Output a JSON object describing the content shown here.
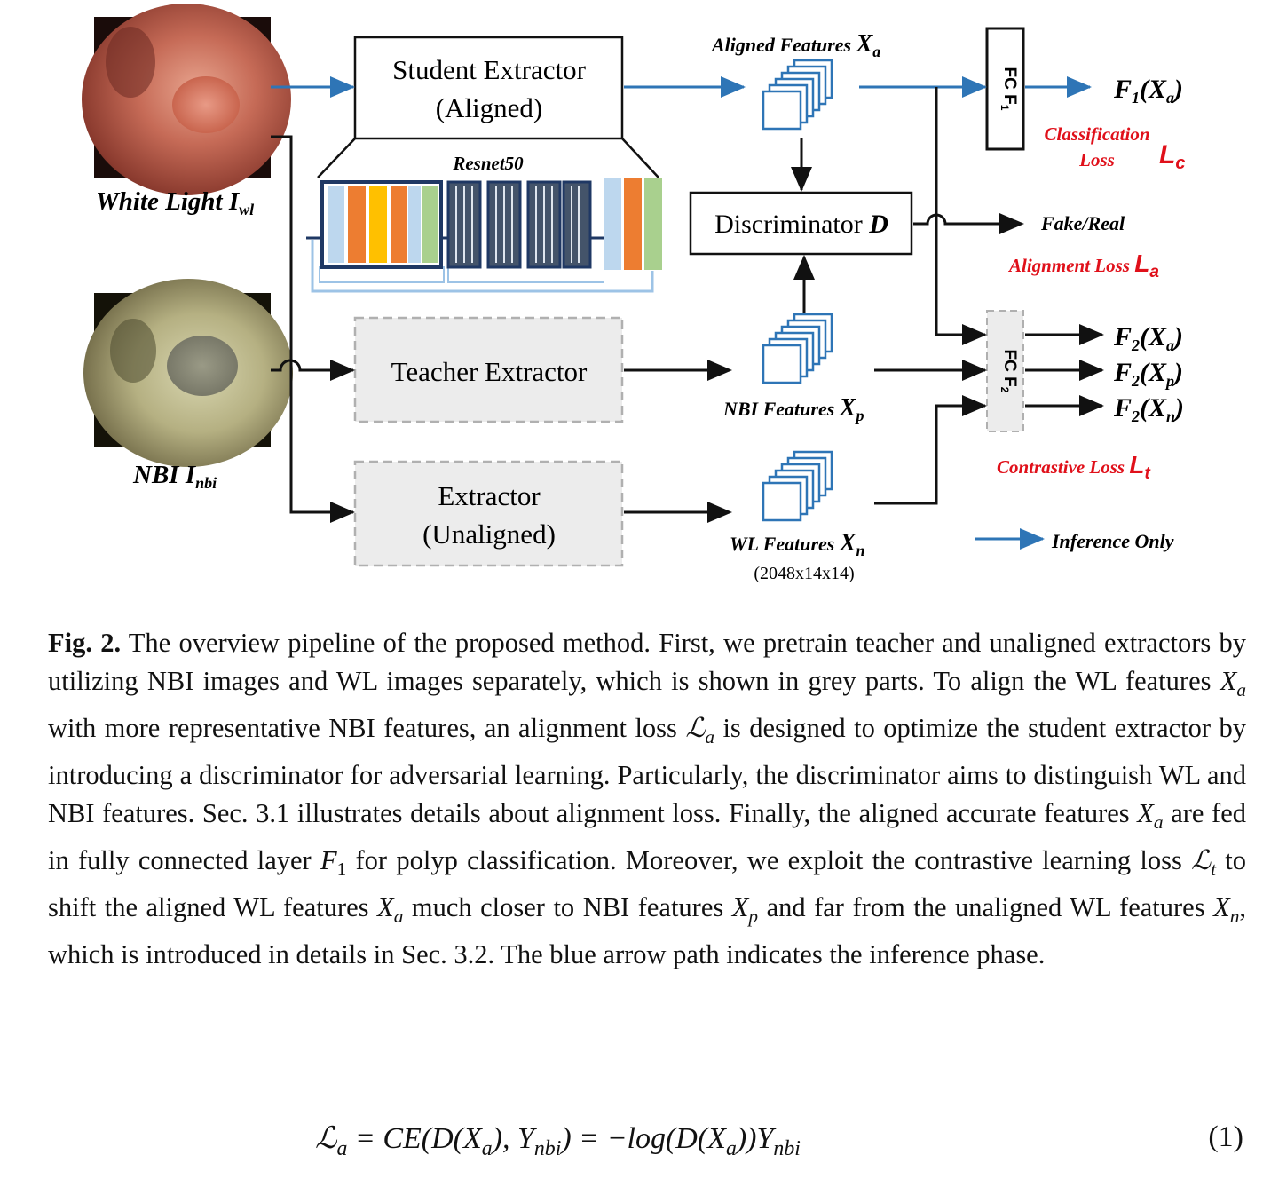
{
  "figure": {
    "inputs": {
      "white_light": {
        "main": "White Light I",
        "sub": "wl"
      },
      "nbi": {
        "main": "NBI I",
        "sub": "nbi"
      }
    },
    "boxes": {
      "student": [
        "Student Extractor",
        "(Aligned)"
      ],
      "teacher": "Teacher Extractor",
      "unaligned": [
        "Extractor",
        "(Unaligned)"
      ],
      "discriminator": {
        "text": "Discriminator",
        "var": "D"
      },
      "fc1": "FC F",
      "fc1_sub": "1",
      "fc2": "FC F",
      "fc2_sub": "2"
    },
    "backbone_label": "Resnet50",
    "features": {
      "aligned": {
        "text": "Aligned Features ",
        "var": "X",
        "sub": "a"
      },
      "nbi": {
        "text": "NBI Features ",
        "var": "X",
        "sub": "p"
      },
      "wl": {
        "text": "WL Features ",
        "var": "X",
        "sub": "n"
      },
      "dims": "(2048x14x14)"
    },
    "outputs": {
      "f1": {
        "pre": "F",
        "fsub": "1",
        "arg": "(X",
        "asub": "a",
        "post": ")"
      },
      "f2a": {
        "pre": "F",
        "fsub": "2",
        "arg": "(X",
        "asub": "a",
        "post": ")"
      },
      "f2p": {
        "pre": "F",
        "fsub": "2",
        "arg": "(X",
        "asub": "p",
        "post": ")"
      },
      "f2n": {
        "pre": "F",
        "fsub": "2",
        "arg": "(X",
        "asub": "n",
        "post": ")"
      },
      "fake_real": "Fake/Real"
    },
    "losses": {
      "classification": [
        "Classification",
        "Loss"
      ],
      "classification_sym": {
        "main": "L",
        "sub": "c"
      },
      "alignment": "Alignment Loss ",
      "alignment_sym": {
        "main": "L",
        "sub": "a"
      },
      "contrastive": "Contrastive Loss ",
      "contrastive_sym": {
        "main": "L",
        "sub": "t"
      }
    },
    "legend": "Inference Only",
    "colors": {
      "inference_arrow": "#2e75b6",
      "loss_text": "#e0101a",
      "grey_box": "#ececec"
    }
  },
  "caption": {
    "label": "Fig. 2.",
    "segments": [
      " The overview pipeline of the proposed method. First, we pretrain teacher and unaligned extractors by utilizing NBI images and WL images separately, which is shown in grey parts. To align the WL features ",
      "X",
      "a",
      " with more representative NBI features, an alignment loss ",
      "ℒ",
      "a",
      " is designed to optimize the student extractor by introducing a discriminator for adversarial learning. Particularly, the discriminator aims to distinguish WL and NBI features. Sec. 3.1 illustrates details about alignment loss. Finally, the aligned accurate features ",
      "X",
      "a",
      " are fed in fully connected layer ",
      "F",
      "1",
      " for polyp classification. Moreover, we exploit the contrastive learning loss ",
      "ℒ",
      "t",
      " to shift the aligned WL features ",
      "X",
      "a",
      " much closer to NBI features ",
      "X",
      "p",
      " and far from the unaligned WL features ",
      "X",
      "n",
      ", which is introduced in details in Sec. 3.2. The blue arrow path indicates the inference phase."
    ]
  },
  "equation": {
    "body": "ℒa = CE(D(Xa), Ynbi) = −log(D(Xa))Ynbi",
    "parts": [
      "ℒ",
      "a",
      " = CE(D(X",
      "a",
      "), Y",
      "nbi",
      ") = −log(D(X",
      "a",
      "))Y",
      "nbi"
    ],
    "number": "(1)"
  }
}
